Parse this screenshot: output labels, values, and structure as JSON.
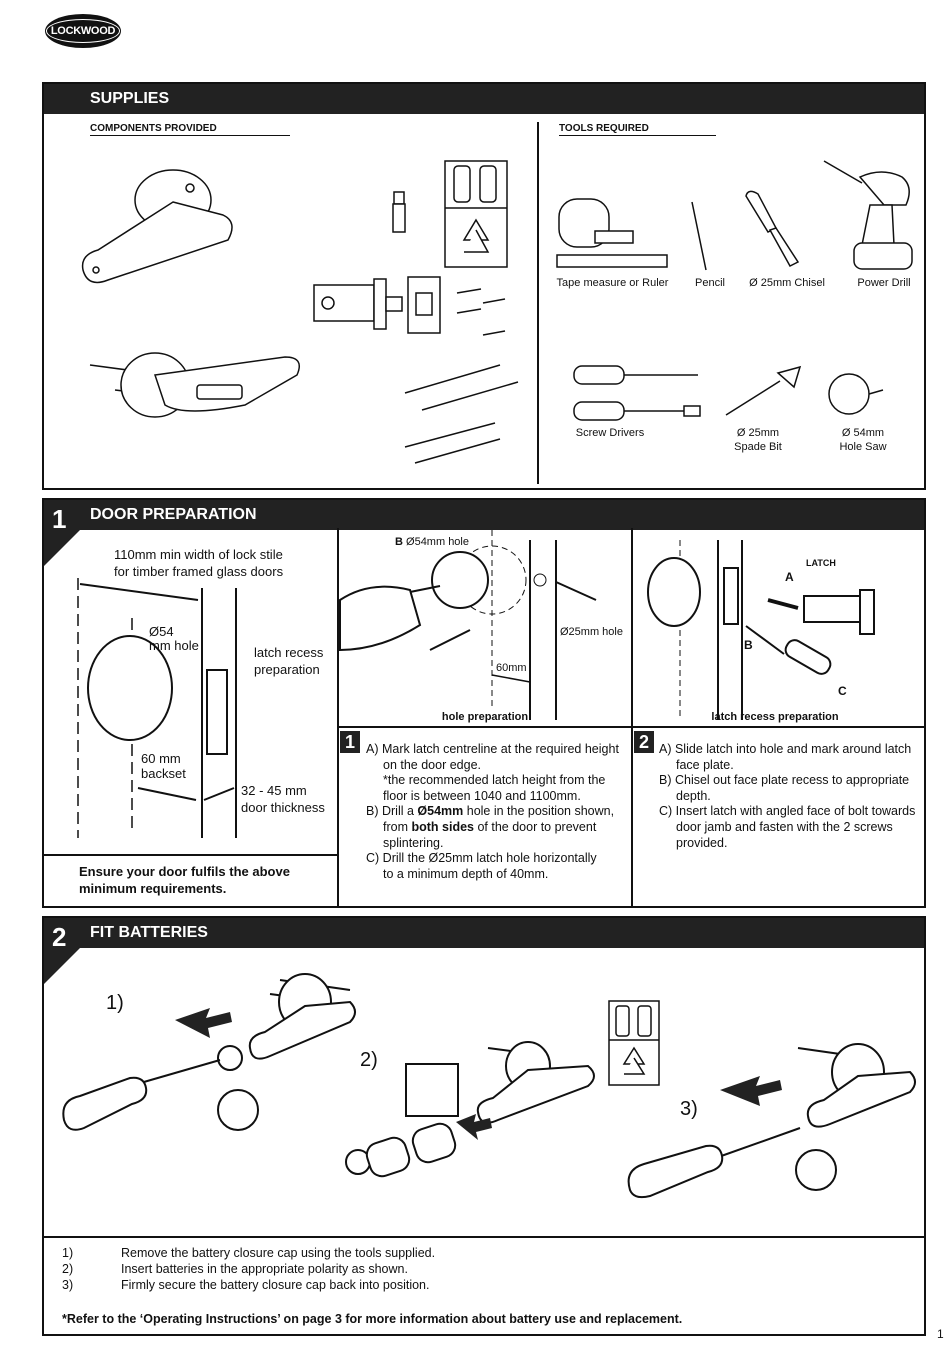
{
  "brand": {
    "logo_text": "LOCKWOOD"
  },
  "supplies": {
    "title": "SUPPLIES",
    "components_heading": "COMPONENTS PROVIDED",
    "tools_heading": "TOOLS REQUIRED",
    "tools": [
      {
        "label": "Tape measure or Ruler",
        "icon": "tape-measure-icon"
      },
      {
        "label": "Pencil",
        "icon": "pencil-icon"
      },
      {
        "label": "Ø 25mm Chisel",
        "icon": "chisel-icon"
      },
      {
        "label": "Power Drill",
        "icon": "power-drill-icon"
      },
      {
        "label": "Screw Drivers",
        "icon": "screwdriver-icon"
      },
      {
        "label": "Ø 25mm",
        "label2": "Spade Bit",
        "icon": "spade-bit-icon"
      },
      {
        "label": "Ø 54mm",
        "label2": "Hole Saw",
        "icon": "hole-saw-icon"
      }
    ]
  },
  "door_prep": {
    "number": "1",
    "title": "DOOR PREPARATION",
    "stile_label_1": "110mm min width of lock stile",
    "stile_label_2": "for timber framed glass doors",
    "hole_label_1": "Ø54",
    "hole_label_2": "mm hole",
    "recess_label_1": "latch recess",
    "recess_label_2": "preparation",
    "backset_label_1": "60 mm",
    "backset_label_2": "backset",
    "thickness_label_1": "32 - 45 mm",
    "thickness_label_2": "door thickness",
    "requirement_1": "Ensure your door fulfils the above",
    "requirement_2": "minimum requirements.",
    "hole_diagram": {
      "b_letter": "B",
      "b_label": "Ø54mm hole",
      "small_hole_label": "Ø25mm hole",
      "depth_label": "60mm",
      "caption": "hole preparation"
    },
    "latch_diagram": {
      "latch_label": "LATCH",
      "a": "A",
      "b": "B",
      "c": "C",
      "caption": "latch recess preparation"
    },
    "step1": {
      "num": "1",
      "a1": "A) Mark latch centreline at the required height",
      "a2": "on the door edge.",
      "a3": "*the recommended latch height from the",
      "a4": "floor is between 1040 and 1100mm.",
      "b1_pre": "B) Drill a ",
      "b1_bold": "Ø54mm",
      "b1_post": " hole in the position shown,",
      "b2_pre": "from ",
      "b2_bold": "both sides",
      "b2_post": " of the door to prevent",
      "b3": "splintering.",
      "c1": "C) Drill the Ø25mm latch hole horizontally",
      "c2": "to a minimum depth of 40mm."
    },
    "step2": {
      "num": "2",
      "a1": "A) Slide latch into hole and mark around latch",
      "a2": "face plate.",
      "b1": "B) Chisel out face plate recess to appropriate",
      "b2": "depth.",
      "c1": "C) Insert latch with angled face of bolt towards",
      "c2": "door jamb and fasten with the 2 screws",
      "c3": "provided."
    }
  },
  "batteries": {
    "number": "2",
    "title": "FIT BATTERIES",
    "step_labels": [
      "1)",
      "2)",
      "3)"
    ],
    "instructions": [
      {
        "num": "1)",
        "text": "Remove the battery closure cap using the tools supplied."
      },
      {
        "num": "2)",
        "text": "Insert batteries in the appropriate polarity as shown."
      },
      {
        "num": "3)",
        "text": "Firmly secure the battery closure cap back into position."
      }
    ],
    "note": "*Refer to the ‘Operating Instructions’ on page 3 for more information about battery use and replacement."
  },
  "page_number": "1"
}
